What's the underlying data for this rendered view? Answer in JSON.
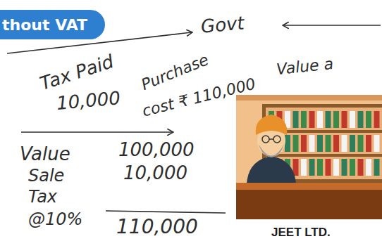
{
  "diagram": {
    "nodes": [
      {
        "text": [
          "thout VAT"
        ]
      },
      {
        "text": [
          "JEET LTD."
        ]
      }
    ],
    "labels": [
      "Govt",
      "Tax Paid",
      "10,000",
      "Purchase",
      "cost ₹ 110,000",
      "Value a",
      "Value",
      "100,000",
      "Sale",
      "10,000",
      "Tax",
      "@10%",
      "110,000"
    ]
  }
}
